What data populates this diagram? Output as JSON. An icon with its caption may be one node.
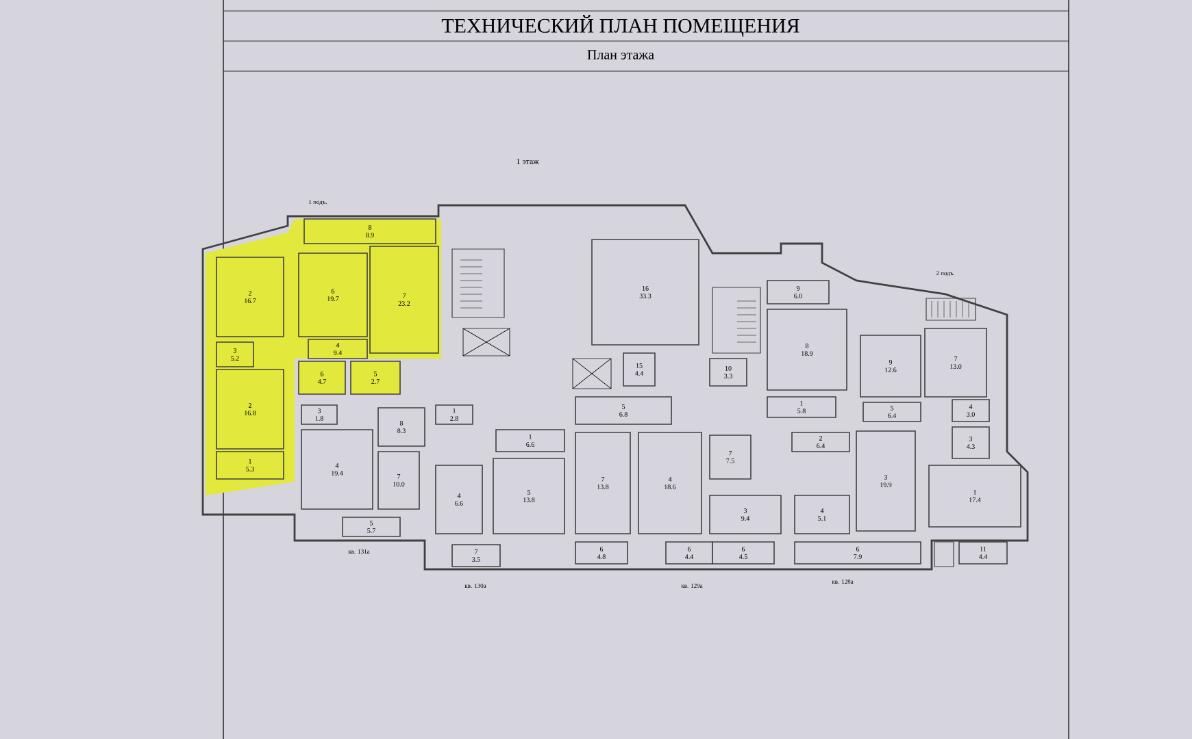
{
  "diagram": {
    "title": "ТЕХНИЧЕСКИЙ ПЛАН ПОМЕЩЕНИЯ",
    "nodes": [
      {
        "text": [
          "2",
          "16.7"
        ]
      },
      {
        "text": [
          "6",
          "19.7"
        ]
      },
      {
        "text": [
          "7",
          "23.2"
        ]
      },
      {
        "text": [
          "8",
          "8.9"
        ]
      },
      {
        "text": [
          "3",
          "5.2"
        ]
      },
      {
        "text": [
          "4",
          "9.4"
        ]
      },
      {
        "text": [
          "6",
          "4.7"
        ]
      },
      {
        "text": [
          "5",
          "2.7"
        ]
      },
      {
        "text": [
          "2",
          "16.8"
        ]
      },
      {
        "text": [
          "1",
          "5.3"
        ]
      },
      {
        "text": [
          "3",
          "1.8"
        ]
      },
      {
        "text": [
          "8",
          "8.3"
        ]
      },
      {
        "text": [
          "1",
          "2.8"
        ]
      },
      {
        "text": [
          "4",
          "19.4"
        ]
      },
      {
        "text": [
          "7",
          "10.0"
        ]
      },
      {
        "text": [
          "5",
          "5.7"
        ]
      },
      {
        "text": [
          "4",
          "6.6"
        ]
      },
      {
        "text": [
          "1",
          "6.6"
        ]
      },
      {
        "text": [
          "5",
          "13.8"
        ]
      },
      {
        "text": [
          "7",
          "3.5"
        ]
      },
      {
        "text": [
          "7",
          "13.8"
        ]
      },
      {
        "text": [
          "4",
          "18.6"
        ]
      },
      {
        "text": [
          "6",
          "4.8"
        ]
      },
      {
        "text": [
          "6",
          "4.4"
        ]
      },
      {
        "text": [
          "5",
          "6.8"
        ]
      },
      {
        "text": [
          "16",
          "33.3"
        ]
      },
      {
        "text": [
          "15",
          "4.4"
        ]
      },
      {
        "text": [
          "10",
          "3.3"
        ]
      },
      {
        "text": [
          "9",
          "6.0"
        ]
      },
      {
        "text": [
          "8",
          "18.9"
        ]
      },
      {
        "text": [
          "1",
          "5.8"
        ]
      },
      {
        "text": [
          "7",
          "7.5"
        ]
      },
      {
        "text": [
          "2",
          "6.4"
        ]
      },
      {
        "text": [
          "3",
          "9.4"
        ]
      },
      {
        "text": [
          "4",
          "5.1"
        ]
      },
      {
        "text": [
          "3",
          "19.9"
        ]
      },
      {
        "text": [
          "6",
          "4.5"
        ]
      },
      {
        "text": [
          "6",
          "7.9"
        ]
      },
      {
        "text": [
          "9",
          "12.6"
        ]
      },
      {
        "text": [
          "7",
          "13.0"
        ]
      },
      {
        "text": [
          "5",
          "6.4"
        ]
      },
      {
        "text": [
          "4",
          "3.0"
        ]
      },
      {
        "text": [
          "3",
          "4.3"
        ]
      },
      {
        "text": [
          "1",
          "17.4"
        ]
      },
      {
        "text": [
          "11",
          "4.4"
        ]
      }
    ],
    "labels": [
      "План этажа",
      "1 этаж",
      "1 подъ.",
      "2 подъ.",
      "кв. 131а",
      "кв. 130а",
      "кв. 129а",
      "кв. 128а"
    ]
  }
}
